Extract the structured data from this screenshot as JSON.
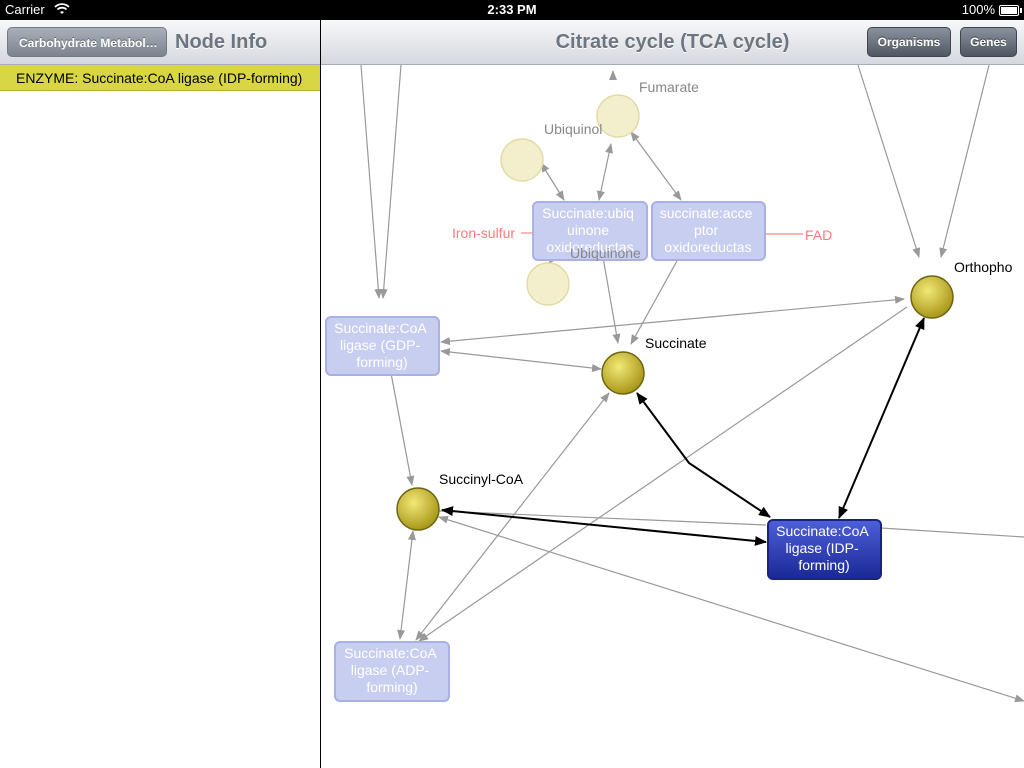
{
  "status_bar": {
    "carrier": "Carrier",
    "time": "2:33 PM",
    "battery": "100%",
    "battery_level": 1.0
  },
  "master": {
    "back_button": "Carbohydrate Metabol…",
    "title": "Node Info",
    "items": [
      {
        "label": "ENZYME: Succinate:CoA ligase (IDP-forming)",
        "selected": true
      }
    ]
  },
  "detail": {
    "title": "Citrate cycle (TCA cycle)",
    "buttons": {
      "organisms": "Organisms",
      "genes": "Genes"
    }
  },
  "graph": {
    "compounds": {
      "fumarate": "Fumarate",
      "ubiquinol": "Ubiquinol",
      "ubiquinone": "Ubiquinone",
      "succinate": "Succinate",
      "succinyl_coa": "Succinyl-CoA",
      "orthophosphate": "Orthopho",
      "fad": "FAD",
      "iron_sulfur": "Iron-sulfur"
    },
    "enzymes": {
      "sqr": [
        "Succinate:ubiq",
        "uinone",
        "oxidoreductas"
      ],
      "sar": [
        "succinate:acce",
        "ptor",
        "oxidoreductas"
      ],
      "gdp": [
        "Succinate:CoA",
        "ligase (GDP-",
        "forming)"
      ],
      "idp": [
        "Succinate:CoA",
        "ligase (IDP-",
        "forming)"
      ],
      "adp": [
        "Succinate:CoA",
        "ligase (ADP-",
        "forming)"
      ]
    },
    "colors": {
      "compound_fill": "#c9b92c",
      "compound_faded": "#f0ebc4",
      "enzyme_faded": "#c5cbee",
      "enzyme_selected": "#1e2fa8",
      "edge": "#999999",
      "edge_active": "#000000",
      "cofactor": "#ff6b6b"
    }
  }
}
